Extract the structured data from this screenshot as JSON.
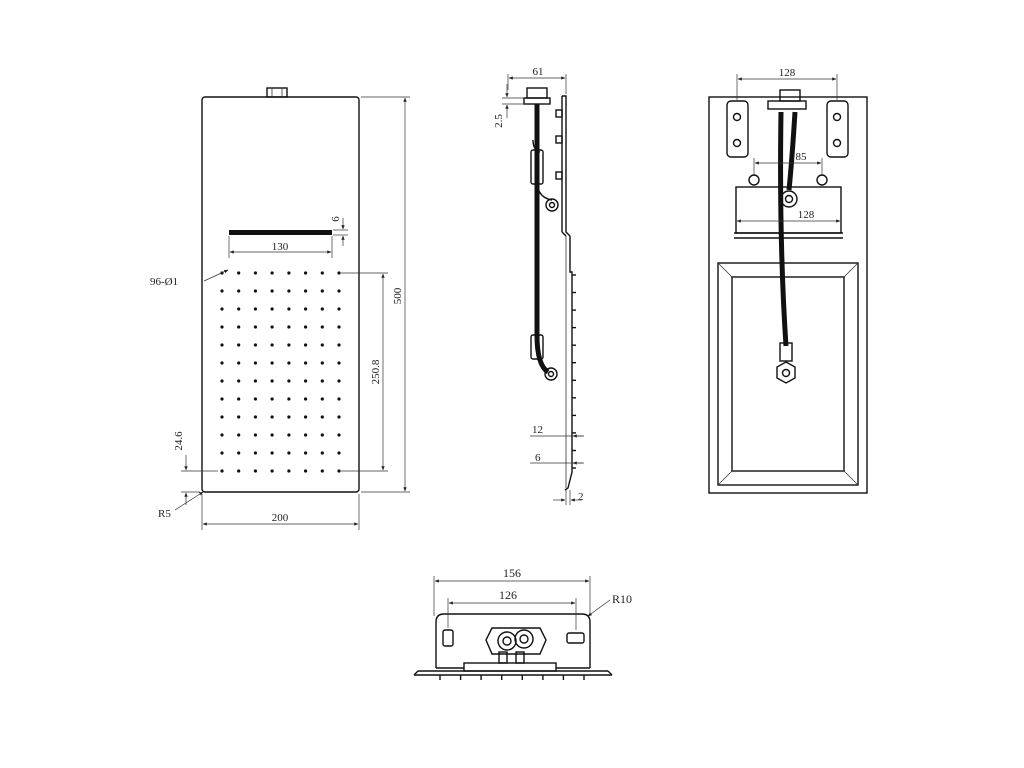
{
  "front_view": {
    "width": "200",
    "height": "500",
    "slot_width": "130",
    "slot_height": "6",
    "holes": "96-Ø1",
    "hole_field_height": "250.8",
    "hole_offset": "24.6",
    "corner_radius": "R5",
    "hole_grid": {
      "rows": 12,
      "cols": 8
    }
  },
  "side_view": {
    "depth": "61",
    "top_gap": "2.5",
    "dim_12": "12",
    "dim_6": "6",
    "dim_2": "2"
  },
  "back_view": {
    "bracket_span": "128",
    "center_span": "85",
    "box_width": "128"
  },
  "bottom_view": {
    "outer_width": "156",
    "inner_width": "126",
    "radius": "R10"
  }
}
